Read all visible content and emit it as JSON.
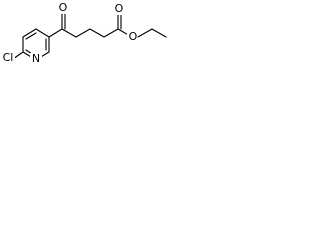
{
  "molecule": {
    "atoms": {
      "chlorine": "Cl",
      "ring_nitrogen": "N",
      "ketone_oxygen": "O",
      "ester_carbonyl_oxygen": "O",
      "ester_oxygen": "O"
    },
    "colors": {
      "bond": "#000000",
      "label": "#000000",
      "background": "#ffffff"
    }
  }
}
